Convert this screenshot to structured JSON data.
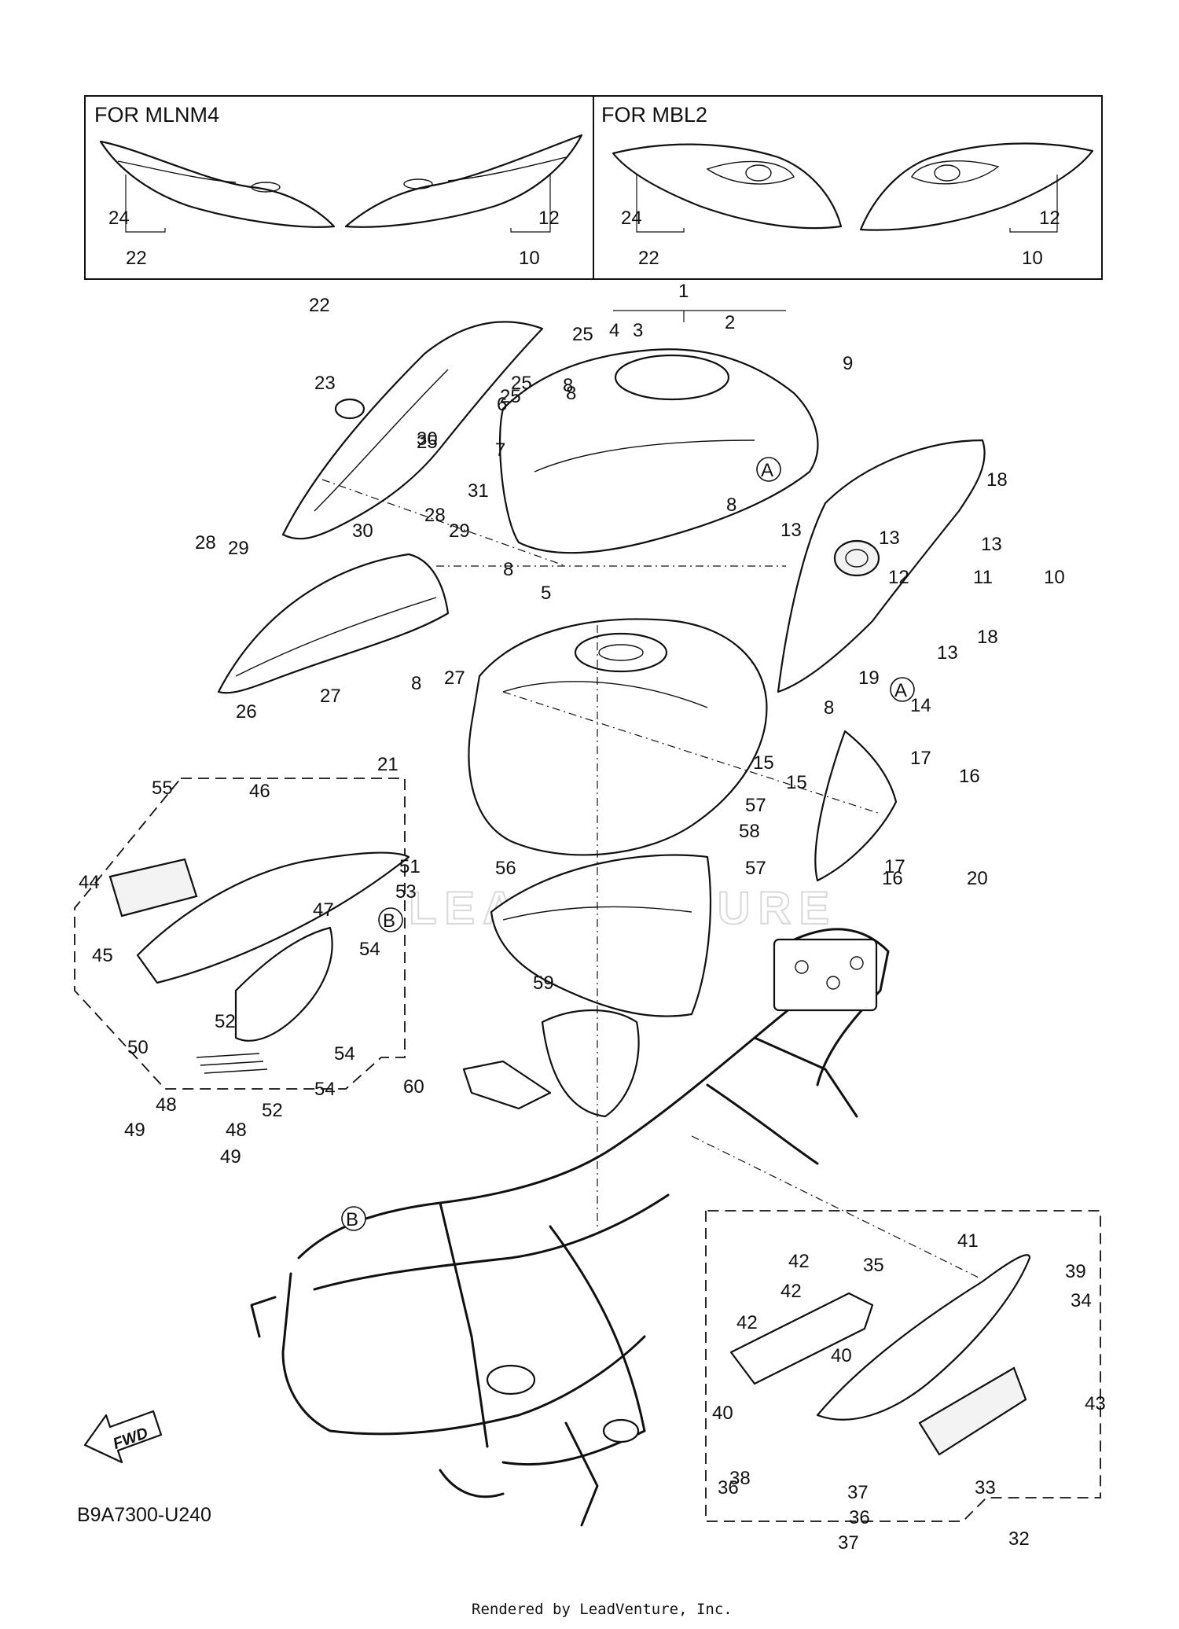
{
  "variants": [
    {
      "heading": "FOR MLNM4",
      "callouts": [
        "24",
        "22",
        "12",
        "10"
      ]
    },
    {
      "heading": "FOR MBL2",
      "callouts": [
        "24",
        "22",
        "12",
        "10"
      ]
    }
  ],
  "diagram_code": "B9A7300-U240",
  "credit": "Rendered by LeadVenture, Inc.",
  "watermark": "LEADVENTURE",
  "fwd_label": "FWD",
  "reference_markers": {
    "a": "A",
    "b": "B"
  },
  "callouts": {
    "main": [
      "1",
      "2",
      "3",
      "4",
      "5",
      "6",
      "7",
      "8",
      "9",
      "10",
      "11",
      "12",
      "13",
      "14",
      "15",
      "16",
      "17",
      "18",
      "19",
      "20",
      "21",
      "22",
      "23",
      "25",
      "26",
      "27",
      "28",
      "29",
      "30",
      "31",
      "56",
      "57",
      "58",
      "59",
      "60"
    ],
    "left_cover": [
      "44",
      "45",
      "46",
      "47",
      "48",
      "49",
      "50",
      "51",
      "52",
      "53",
      "54",
      "55"
    ],
    "right_cover": [
      "32",
      "33",
      "34",
      "35",
      "36",
      "37",
      "38",
      "39",
      "40",
      "41",
      "42",
      "43"
    ]
  }
}
